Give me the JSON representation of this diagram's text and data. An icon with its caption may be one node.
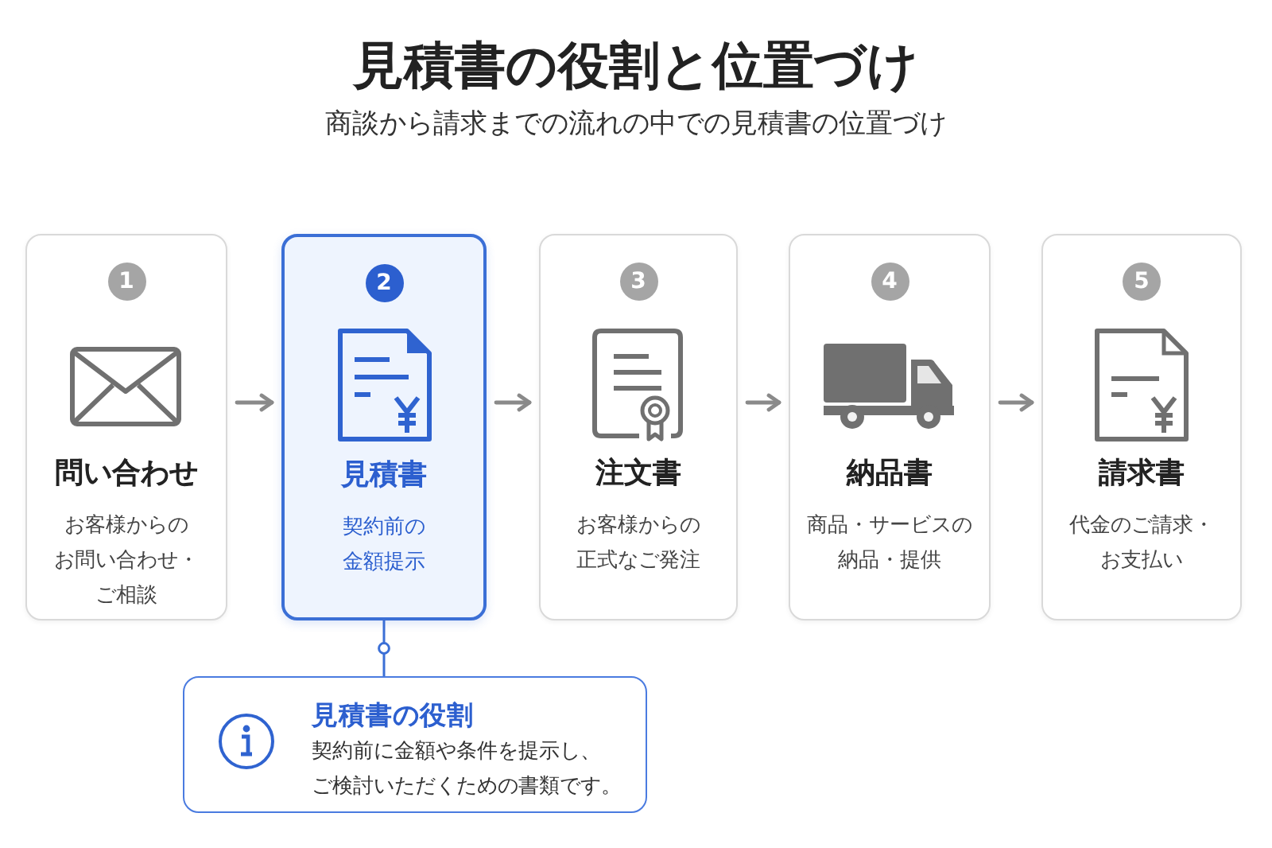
{
  "diagram": {
    "title": "見積書の役割と位置づけ",
    "nodes": [
      {
        "text": [
          "1",
          "問い合わせ",
          "お客様からのお問い合わせ・ご相談"
        ]
      },
      {
        "text": [
          "2",
          "見積書",
          "契約前の金額提示"
        ]
      },
      {
        "text": [
          "3",
          "注文書",
          "お客様からの正式なご発注"
        ]
      },
      {
        "text": [
          "4",
          "納品書",
          "商品・サービスの納品・提供"
        ]
      },
      {
        "text": [
          "5",
          "請求書",
          "代金のご請求・お支払い"
        ]
      },
      {
        "text": [
          "見積書の役割",
          "契約前に金額や条件を提示し、ご検討いただくための書類です。"
        ]
      }
    ],
    "edges": [
      {
        "from": 0,
        "to": 1,
        "arrow": "to"
      },
      {
        "from": 1,
        "to": 2,
        "arrow": "to"
      },
      {
        "from": 2,
        "to": 3,
        "arrow": "to"
      },
      {
        "from": 3,
        "to": 4,
        "arrow": "to"
      },
      {
        "from": 1,
        "to": 5,
        "arrow": "none",
        "color": "#3b6fd6"
      }
    ],
    "labels": [
      "商談から請求までの流れの中での見積書の位置づけ"
    ]
  }
}
